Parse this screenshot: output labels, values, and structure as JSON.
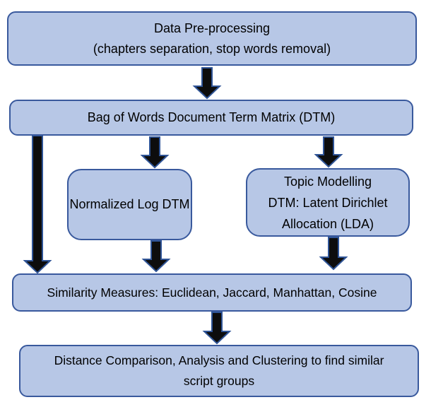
{
  "diagram": {
    "type": "flowchart",
    "nodes": [
      {
        "id": "data-preprocessing",
        "lines": [
          "Data Pre-processing",
          "(chapters separation, stop words removal)"
        ]
      },
      {
        "id": "bow-dtm",
        "lines": [
          "Bag of Words Document Term Matrix (DTM)"
        ]
      },
      {
        "id": "normalized-log-dtm",
        "lines": [
          "Normalized Log DTM"
        ]
      },
      {
        "id": "topic-modelling-lda",
        "lines": [
          "Topic Modelling",
          "DTM: Latent Dirichlet",
          "Allocation (LDA)"
        ]
      },
      {
        "id": "similarity-measures",
        "lines": [
          "Similarity Measures: Euclidean, Jaccard, Manhattan, Cosine"
        ]
      },
      {
        "id": "distance-comparison-clustering",
        "lines": [
          "Distance Comparison, Analysis and Clustering to find similar",
          "script groups"
        ]
      }
    ],
    "edges": [
      {
        "from": "data-preprocessing",
        "to": "bow-dtm"
      },
      {
        "from": "bow-dtm",
        "to": "normalized-log-dtm"
      },
      {
        "from": "bow-dtm",
        "to": "topic-modelling-lda"
      },
      {
        "from": "bow-dtm",
        "to": "similarity-measures"
      },
      {
        "from": "normalized-log-dtm",
        "to": "similarity-measures"
      },
      {
        "from": "topic-modelling-lda",
        "to": "similarity-measures"
      },
      {
        "from": "similarity-measures",
        "to": "distance-comparison-clustering"
      }
    ],
    "colors": {
      "background": "#ffffff",
      "node_fill": "#b7c7e6",
      "node_border": "#39599d",
      "arrow_fill": "#0d0d0d",
      "arrow_outline": "#2f5496",
      "text_color": "#000000"
    }
  }
}
